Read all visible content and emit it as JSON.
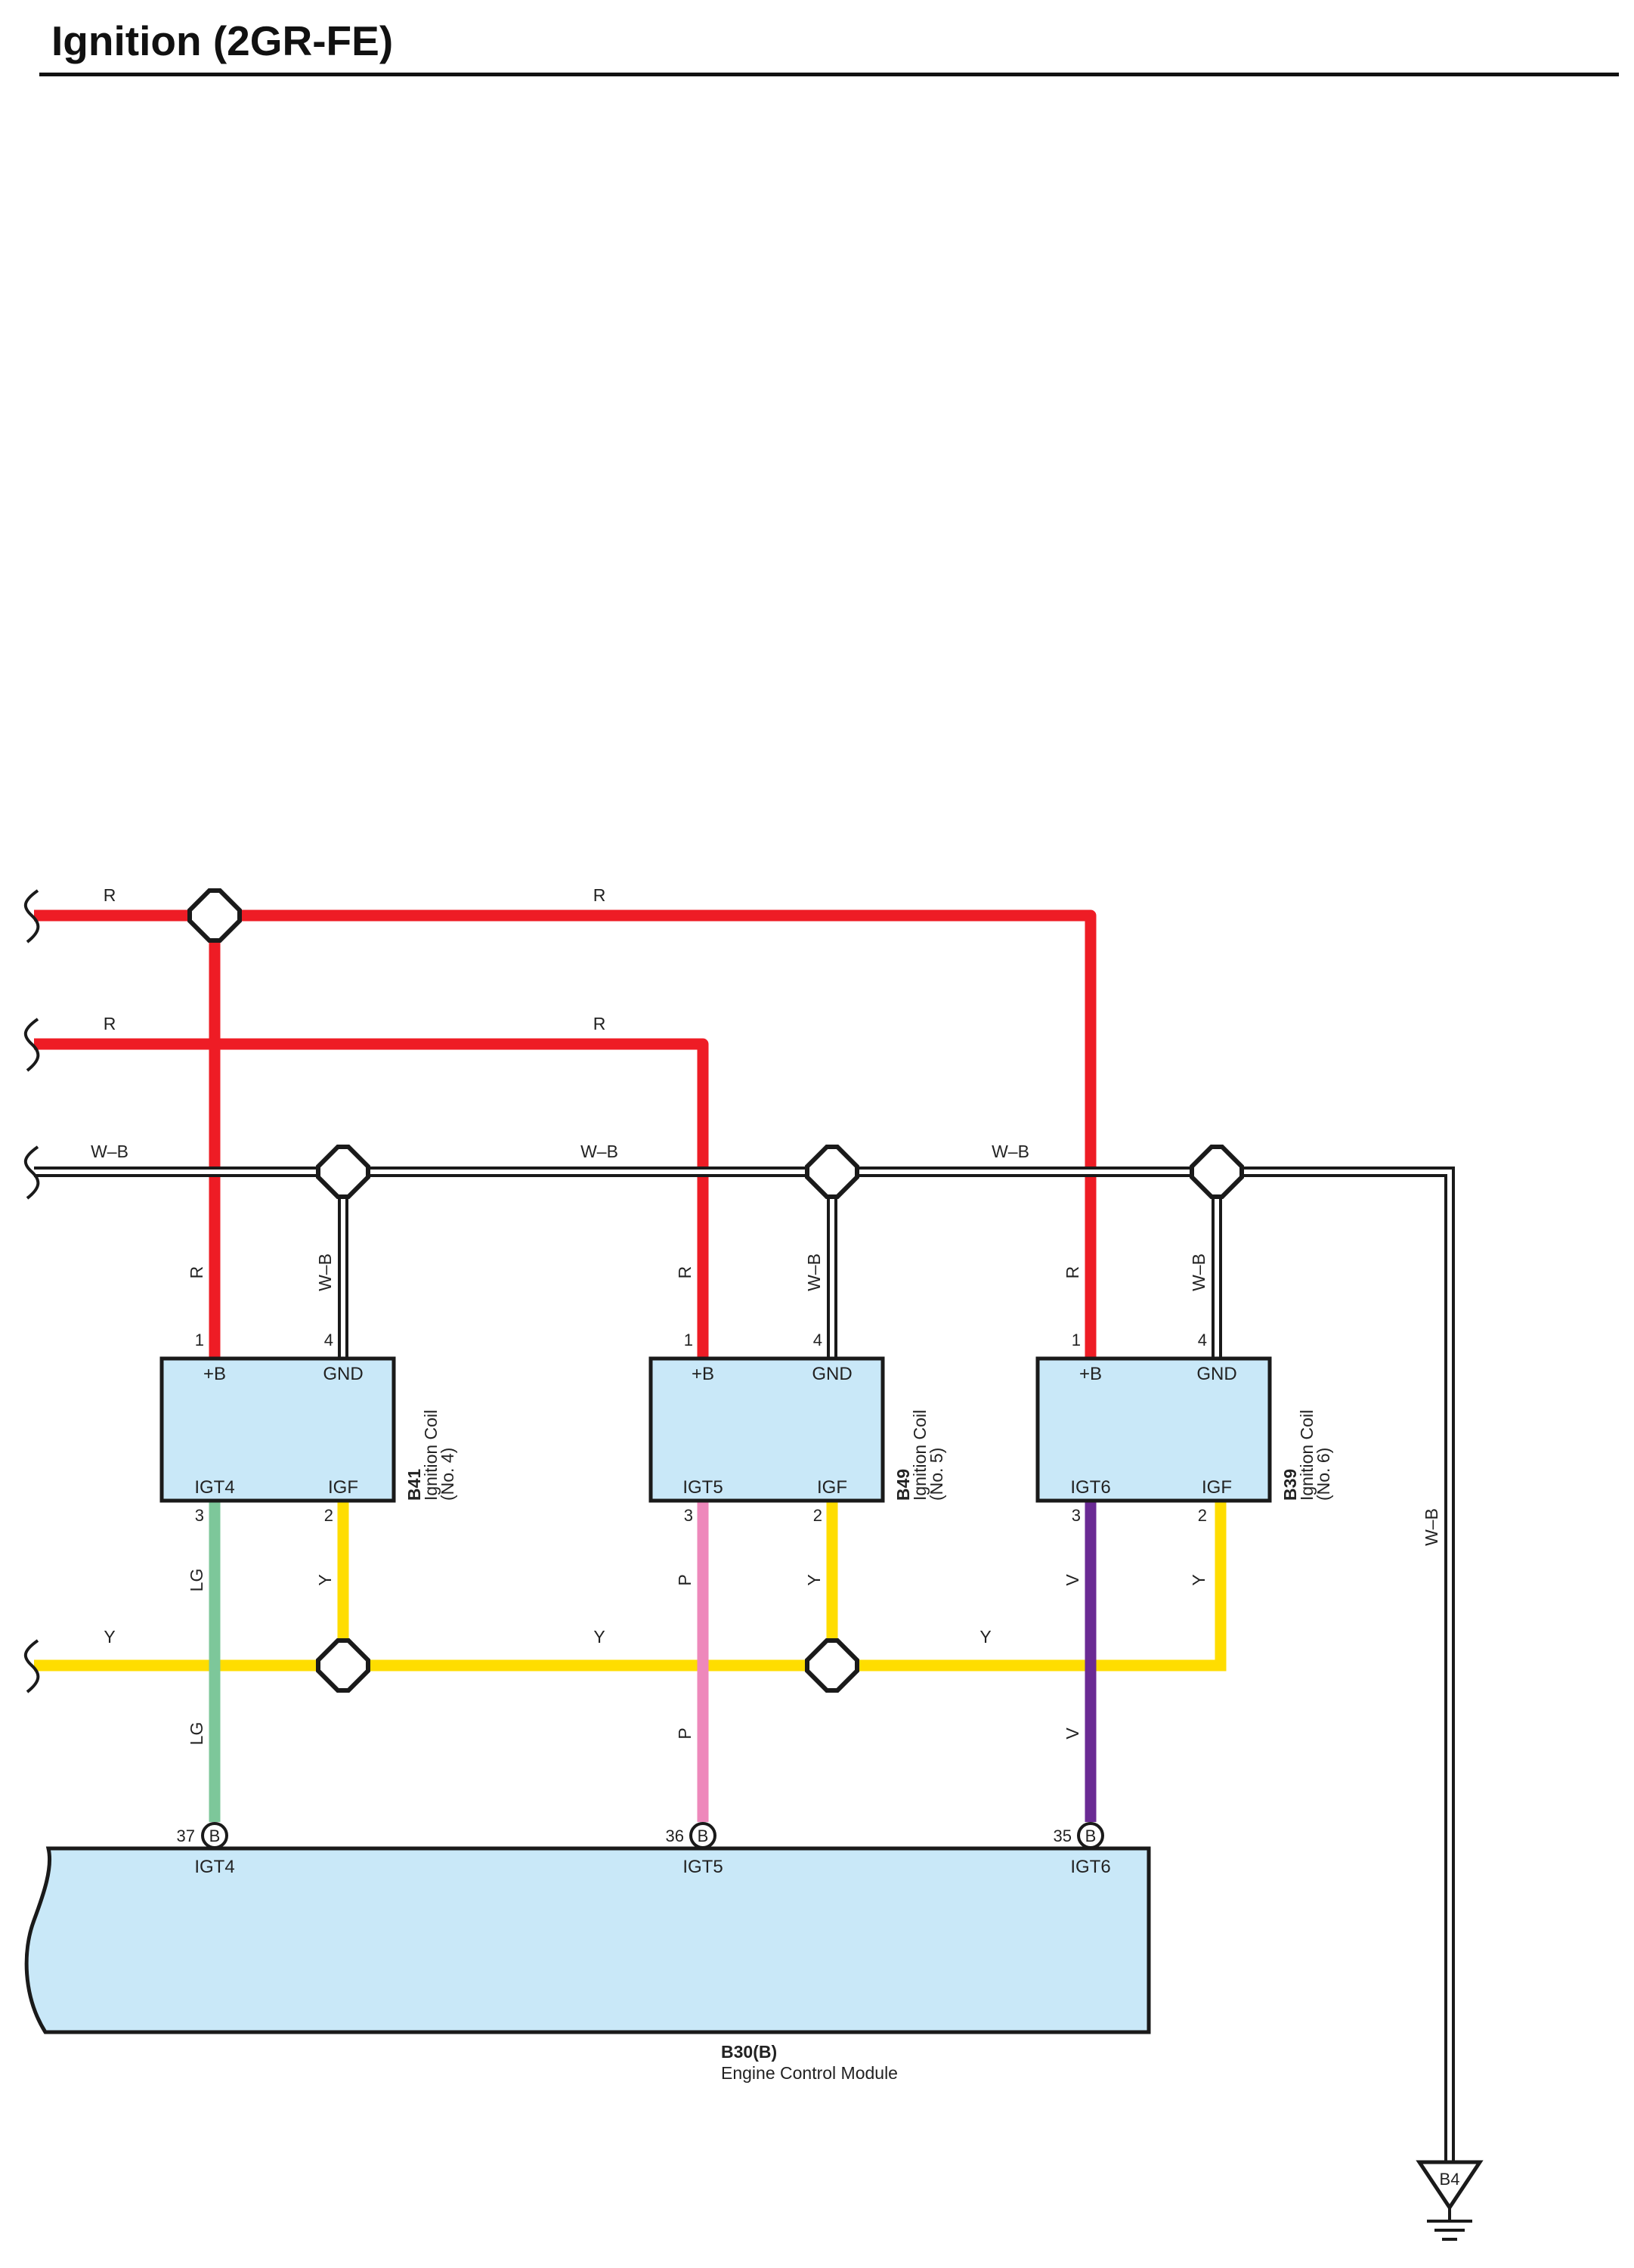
{
  "title": "Ignition (2GR-FE)",
  "colors": {
    "R": "#ee1c25",
    "W-B": "#ffffff",
    "Y": "#ffdd00",
    "LG": "#7dc79a",
    "P": "#ee88bb",
    "V": "#6a2a94",
    "component_fill": "#c9e8f8",
    "outline": "#1a1a1a"
  },
  "wires": {
    "r_top_left": "R",
    "r_top_mid": "R",
    "r_mid_left": "R",
    "r_mid_mid": "R",
    "wb_left": "W–B",
    "wb_mid": "W–B",
    "wb_right": "W–B",
    "y_left": "Y",
    "y_mid": "Y",
    "y_right": "Y",
    "c1_b": "R",
    "c1_gnd": "W–B",
    "c1_igt_up": "LG",
    "c1_igf": "Y",
    "c1_igt_low": "LG",
    "c2_b": "R",
    "c2_gnd": "W–B",
    "c2_igt_up": "P",
    "c2_igf": "Y",
    "c2_igt_low": "P",
    "c3_b": "R",
    "c3_gnd": "W–B",
    "c3_igt_up": "V",
    "c3_igf": "Y",
    "c3_igt_low": "V",
    "ground_run": "W–B"
  },
  "coils": [
    {
      "terminals": {
        "b": "+B",
        "gnd": "GND",
        "igt": "IGT4",
        "igf": "IGF"
      },
      "pins": {
        "b": "1",
        "gnd": "4",
        "igt": "3",
        "igf": "2"
      },
      "code": "B41",
      "name": "Ignition Coil",
      "number": "(No. 4)"
    },
    {
      "terminals": {
        "b": "+B",
        "gnd": "GND",
        "igt": "IGT5",
        "igf": "IGF"
      },
      "pins": {
        "b": "1",
        "gnd": "4",
        "igt": "3",
        "igf": "2"
      },
      "code": "B49",
      "name": "Ignition Coil",
      "number": "(No. 5)"
    },
    {
      "terminals": {
        "b": "+B",
        "gnd": "GND",
        "igt": "IGT6",
        "igf": "IGF"
      },
      "pins": {
        "b": "1",
        "gnd": "4",
        "igt": "3",
        "igf": "2"
      },
      "code": "B39",
      "name": "Ignition Coil",
      "number": "(No. 6)"
    }
  ],
  "ecm": {
    "code": "B30(B)",
    "name": "Engine Control Module",
    "connector_letter": "B",
    "pins": [
      {
        "number": "37",
        "terminal": "IGT4"
      },
      {
        "number": "36",
        "terminal": "IGT5"
      },
      {
        "number": "35",
        "terminal": "IGT6"
      }
    ]
  },
  "ground": {
    "code": "B4"
  }
}
